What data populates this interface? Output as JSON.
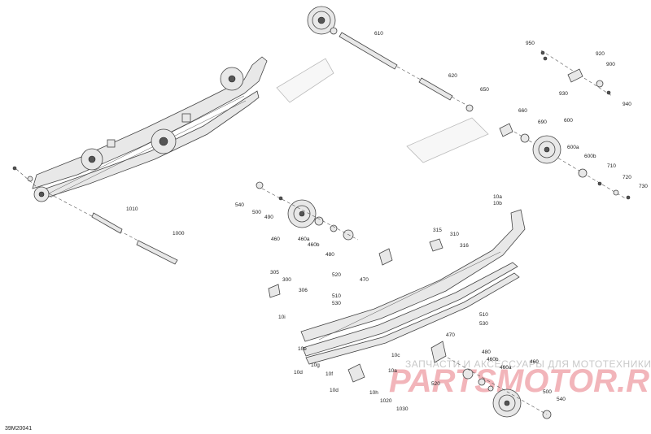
{
  "diagram": {
    "code": "39M20041",
    "watermark": {
      "line1": "ЗАПЧАСТИ И АКСЕССУАРЫ ДЛЯ МОТОТЕХНИКИ",
      "line2": "PARTSMOTOR.RU"
    },
    "callouts": [
      {
        "id": "610",
        "text": "610"
      },
      {
        "id": "620",
        "text": "620"
      },
      {
        "id": "650",
        "text": "650"
      },
      {
        "id": "660",
        "text": "660"
      },
      {
        "id": "690",
        "text": "690"
      },
      {
        "id": "600",
        "text": "600"
      },
      {
        "id": "600a",
        "text": "600a"
      },
      {
        "id": "600b",
        "text": "600b"
      },
      {
        "id": "710",
        "text": "710"
      },
      {
        "id": "720",
        "text": "720"
      },
      {
        "id": "730",
        "text": "730"
      },
      {
        "id": "950",
        "text": "950"
      },
      {
        "id": "920",
        "text": "920"
      },
      {
        "id": "900",
        "text": "900"
      },
      {
        "id": "930",
        "text": "930"
      },
      {
        "id": "940",
        "text": "940"
      },
      {
        "id": "1010",
        "text": "1010"
      },
      {
        "id": "1000",
        "text": "1000"
      },
      {
        "id": "540a",
        "text": "540"
      },
      {
        "id": "500a",
        "text": "500"
      },
      {
        "id": "490",
        "text": "490"
      },
      {
        "id": "460a",
        "text": "460"
      },
      {
        "id": "460aa",
        "text": "460a"
      },
      {
        "id": "460b",
        "text": "460b"
      },
      {
        "id": "480a",
        "text": "480"
      },
      {
        "id": "10a",
        "text": "10a"
      },
      {
        "id": "10b",
        "text": "10b"
      },
      {
        "id": "315",
        "text": "315"
      },
      {
        "id": "310",
        "text": "310"
      },
      {
        "id": "316",
        "text": "316"
      },
      {
        "id": "520a",
        "text": "520"
      },
      {
        "id": "470a",
        "text": "470"
      },
      {
        "id": "305",
        "text": "305"
      },
      {
        "id": "300",
        "text": "300"
      },
      {
        "id": "306",
        "text": "306"
      },
      {
        "id": "510a",
        "text": "510"
      },
      {
        "id": "530a",
        "text": "530"
      },
      {
        "id": "10i",
        "text": "10i"
      },
      {
        "id": "510b",
        "text": "510"
      },
      {
        "id": "530b",
        "text": "530"
      },
      {
        "id": "10e",
        "text": "10e"
      },
      {
        "id": "10c",
        "text": "10c"
      },
      {
        "id": "470b",
        "text": "470"
      },
      {
        "id": "10g",
        "text": "10g"
      },
      {
        "id": "10f",
        "text": "10f"
      },
      {
        "id": "10d1",
        "text": "10d"
      },
      {
        "id": "10a2",
        "text": "10a"
      },
      {
        "id": "480b",
        "text": "480"
      },
      {
        "id": "460b2",
        "text": "460b"
      },
      {
        "id": "460a2",
        "text": "460a"
      },
      {
        "id": "460c",
        "text": "460"
      },
      {
        "id": "520b",
        "text": "520"
      },
      {
        "id": "10d2",
        "text": "10d"
      },
      {
        "id": "10h",
        "text": "10h"
      },
      {
        "id": "1020",
        "text": "1020"
      },
      {
        "id": "1030",
        "text": "1030"
      },
      {
        "id": "500b",
        "text": "500"
      },
      {
        "id": "540b",
        "text": "540"
      }
    ]
  }
}
